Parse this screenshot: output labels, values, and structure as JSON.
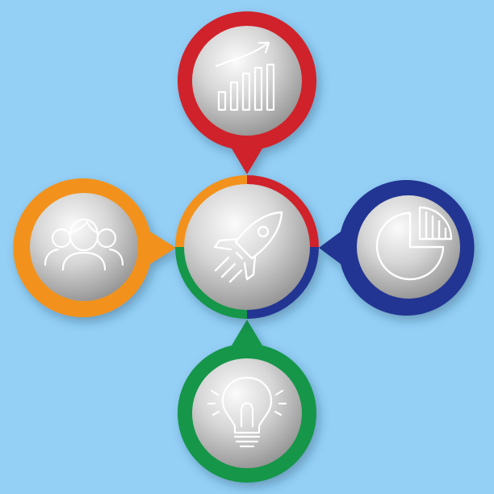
{
  "background": "#94cff6",
  "center": {
    "icon": "rocket-icon",
    "ring_colors": [
      "#d0222a",
      "#233593",
      "#15964a",
      "#f2921d"
    ]
  },
  "nodes": [
    {
      "id": "top",
      "icon": "growth-bar-chart-icon",
      "color": "#d0222a",
      "dark": "#a4161d"
    },
    {
      "id": "right",
      "icon": "pie-chart-icon",
      "color": "#233593",
      "dark": "#17226b"
    },
    {
      "id": "bottom",
      "icon": "lightbulb-icon",
      "color": "#15964a",
      "dark": "#0e6f36"
    },
    {
      "id": "left",
      "icon": "team-users-icon",
      "color": "#f2921d",
      "dark": "#c97311"
    }
  ]
}
